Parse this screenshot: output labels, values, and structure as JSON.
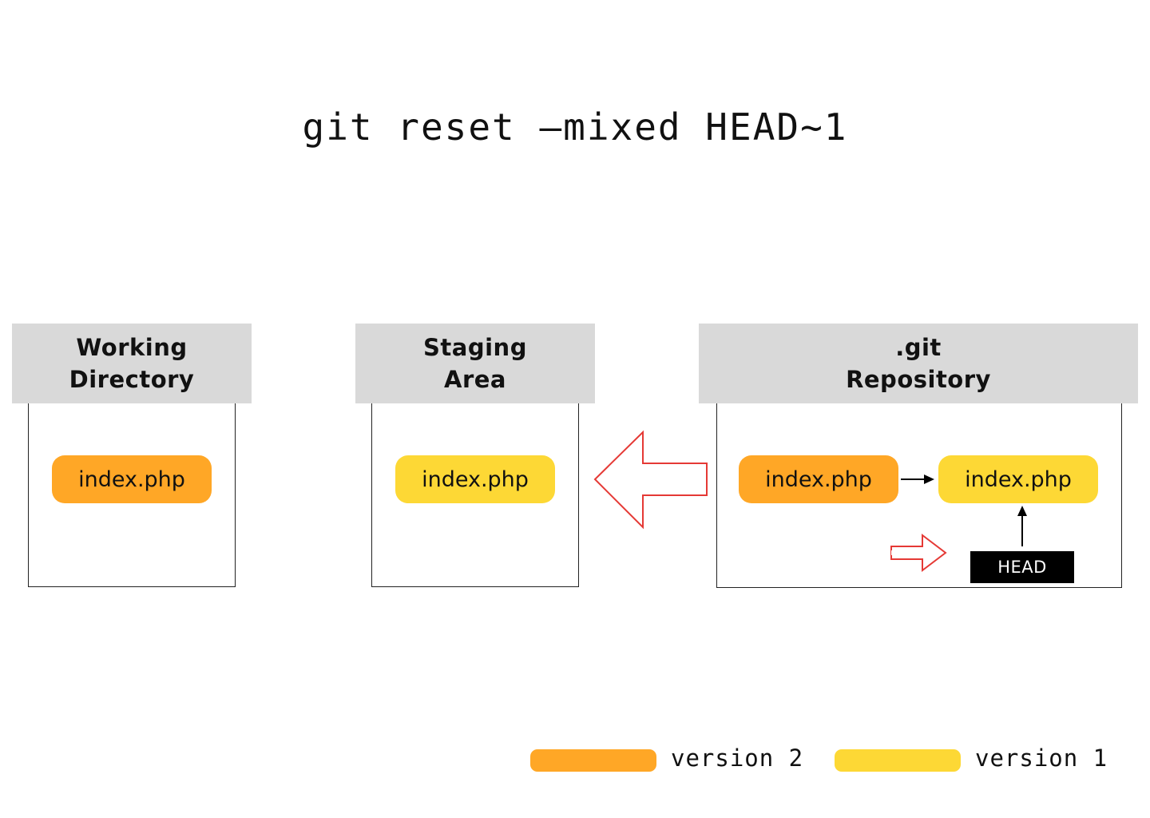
{
  "title": "git reset —mixed HEAD~1",
  "panels": {
    "working": {
      "line1": "Working",
      "line2": "Directory"
    },
    "staging": {
      "line1": "Staging",
      "line2": "Area"
    },
    "repo": {
      "line1": ".git",
      "line2": "Repository"
    }
  },
  "files": {
    "working": {
      "name": "index.php",
      "version": "version 2"
    },
    "staging": {
      "name": "index.php",
      "version": "version 1"
    },
    "repo_newer": {
      "name": "index.php",
      "version": "version 2"
    },
    "repo_older": {
      "name": "index.php",
      "version": "version 1"
    }
  },
  "head_label": "HEAD",
  "legend": [
    {
      "label": "version 2",
      "color": "#ffa726"
    },
    {
      "label": "version 1",
      "color": "#fdd835"
    }
  ],
  "colors": {
    "version_2": "#ffa726",
    "version_1": "#fdd835",
    "header_bg": "#d9d9d9",
    "arrow_red": "#e53935"
  }
}
